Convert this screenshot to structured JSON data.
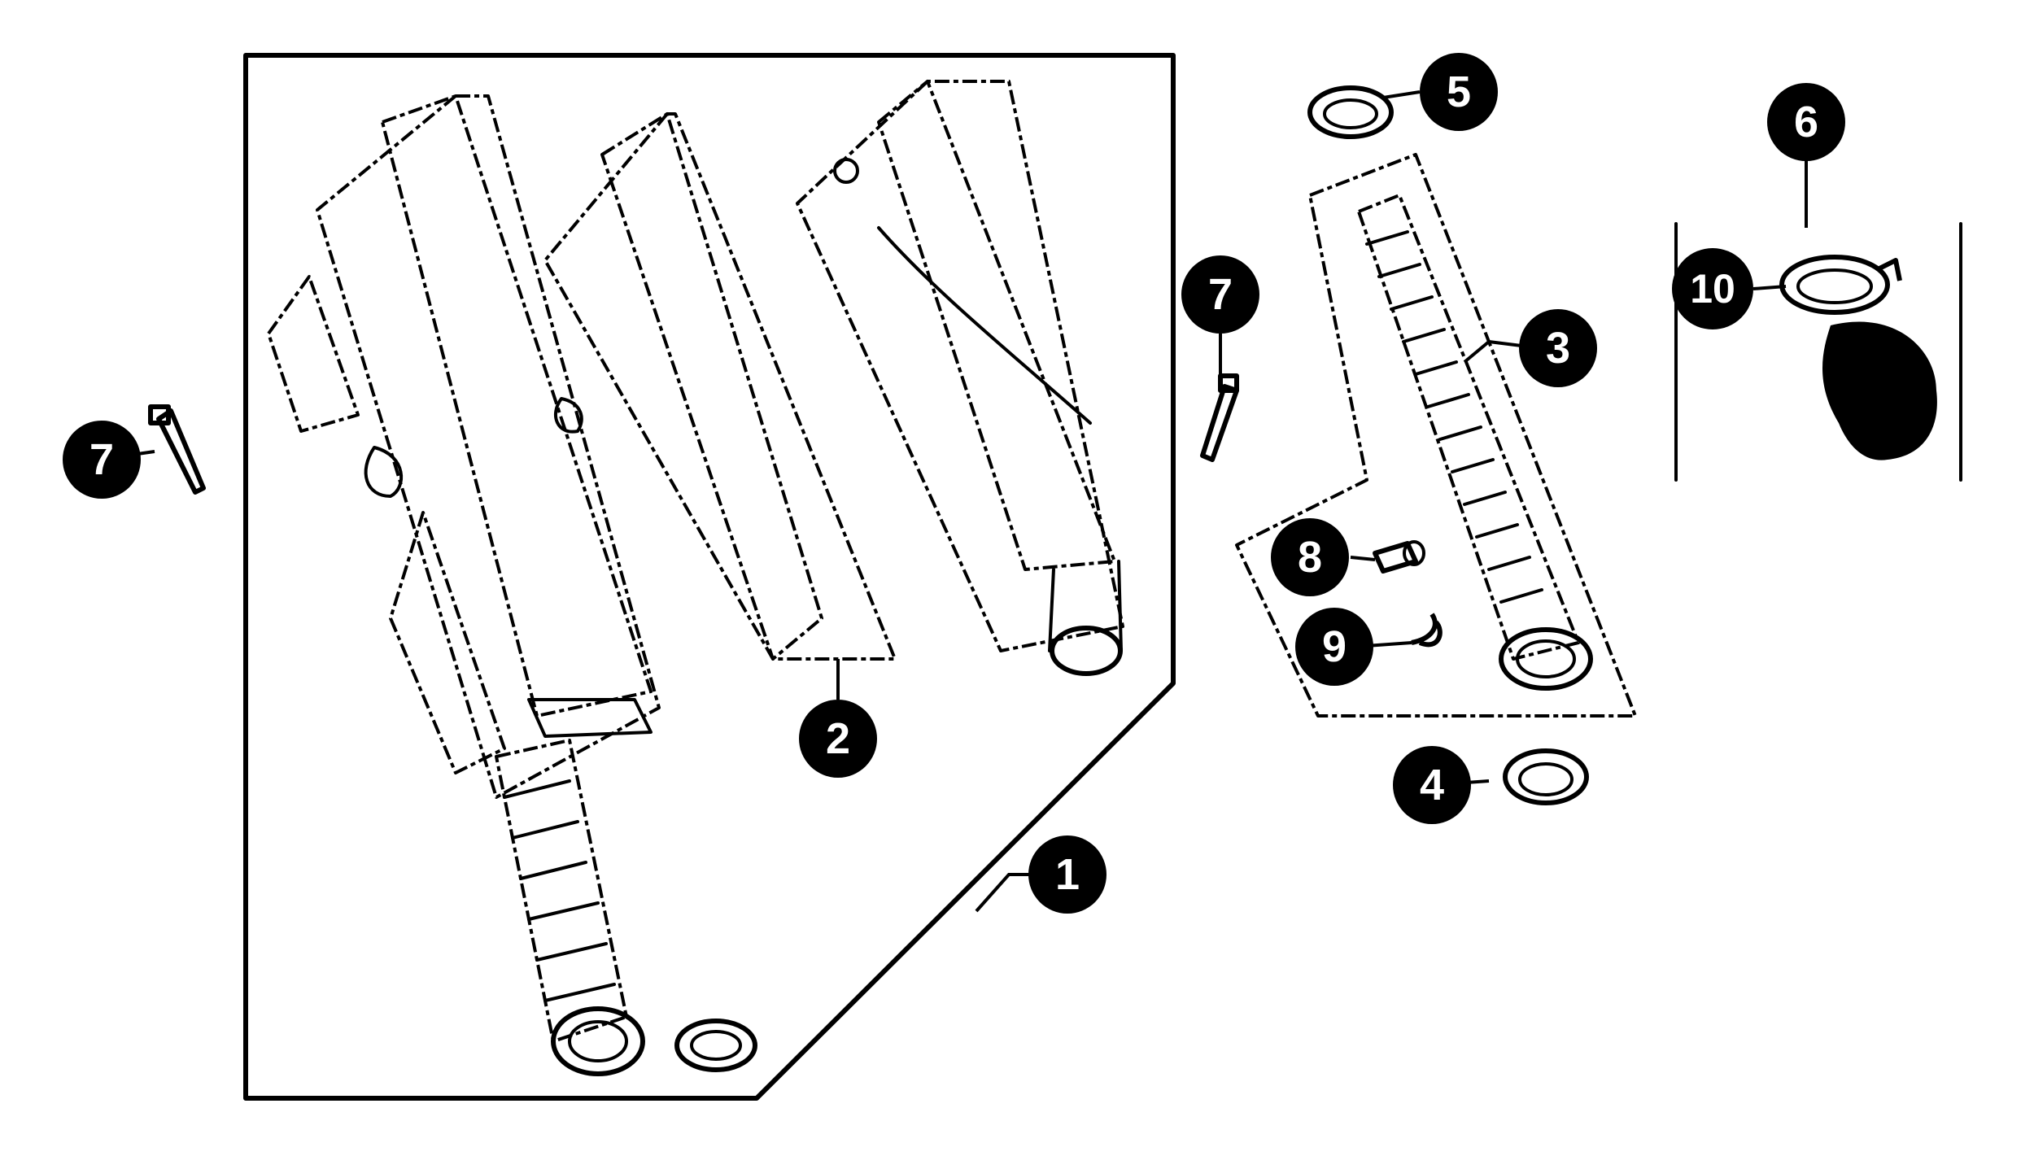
{
  "callouts": {
    "c1": "1",
    "c2": "2",
    "c3": "3",
    "c4": "4",
    "c5": "5",
    "c6": "6",
    "c7a": "7",
    "c7b": "7",
    "c8": "8",
    "c9": "9",
    "c10": "10"
  },
  "colors": {
    "ink": "#000000",
    "paper": "#ffffff"
  }
}
